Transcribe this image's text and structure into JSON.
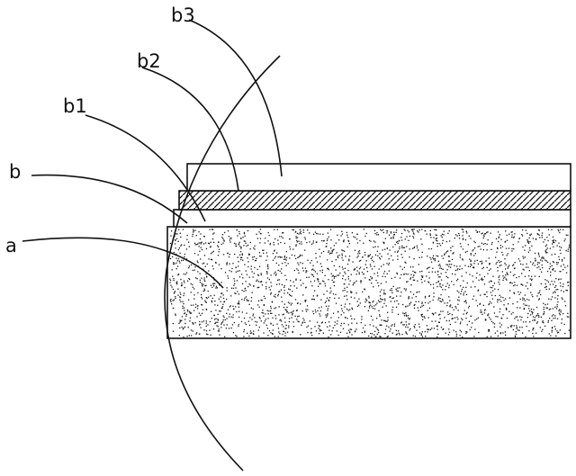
{
  "labels": {
    "b3": "b3",
    "b2": "b2",
    "b1": "b1",
    "b": "b",
    "a": "a"
  },
  "colors": {
    "line": "#111111",
    "background": "#ffffff",
    "stipple": "#1a1a1a"
  }
}
